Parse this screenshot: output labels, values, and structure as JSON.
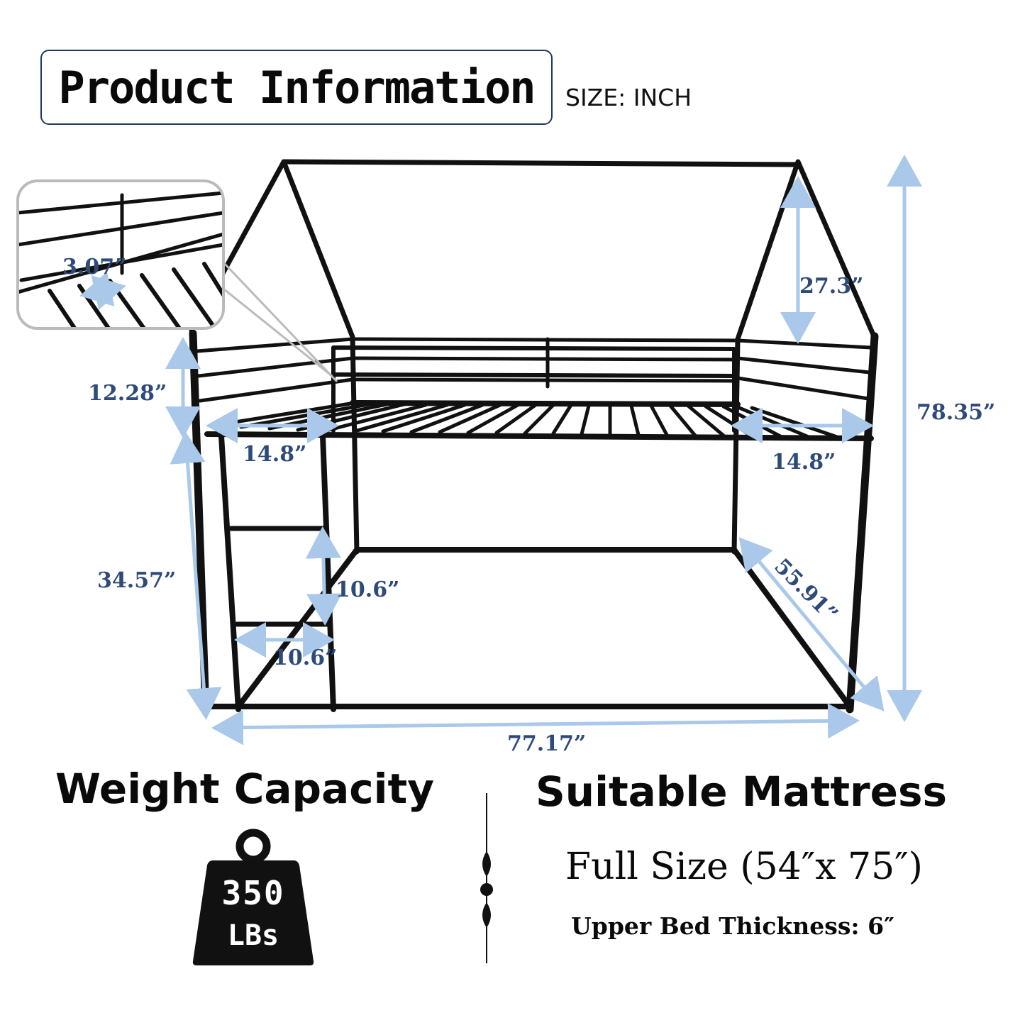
{
  "header": {
    "title": "Product Information",
    "size_unit": "SIZE: INCH"
  },
  "dimensions": {
    "detail_rail_gap": "3.07”",
    "roof_height": "27.3”",
    "total_height": "78.35”",
    "guardrail_height": "12.28”",
    "left_opening": "14.8”",
    "right_opening": "14.8”",
    "clearance_height": "34.57”",
    "ladder_step_height": "10.6”",
    "ladder_width": "10.6”",
    "width": "55.91”",
    "length": "77.17”"
  },
  "weight_capacity": {
    "title": "Weight Capacity",
    "value": "350",
    "unit": "LBs"
  },
  "mattress": {
    "title": "Suitable Mattress",
    "size": "Full Size (54″x 75″)",
    "thickness": "Upper Bed Thickness: 6″"
  },
  "colors": {
    "dimension_arrow": "#a9c8ea",
    "dimension_text": "#2e4a7a",
    "frame": "#111111",
    "title_border": "#1f3a5c"
  },
  "icons": [
    "weight-icon",
    "ornamental-divider-icon",
    "zoom-detail-icon"
  ]
}
